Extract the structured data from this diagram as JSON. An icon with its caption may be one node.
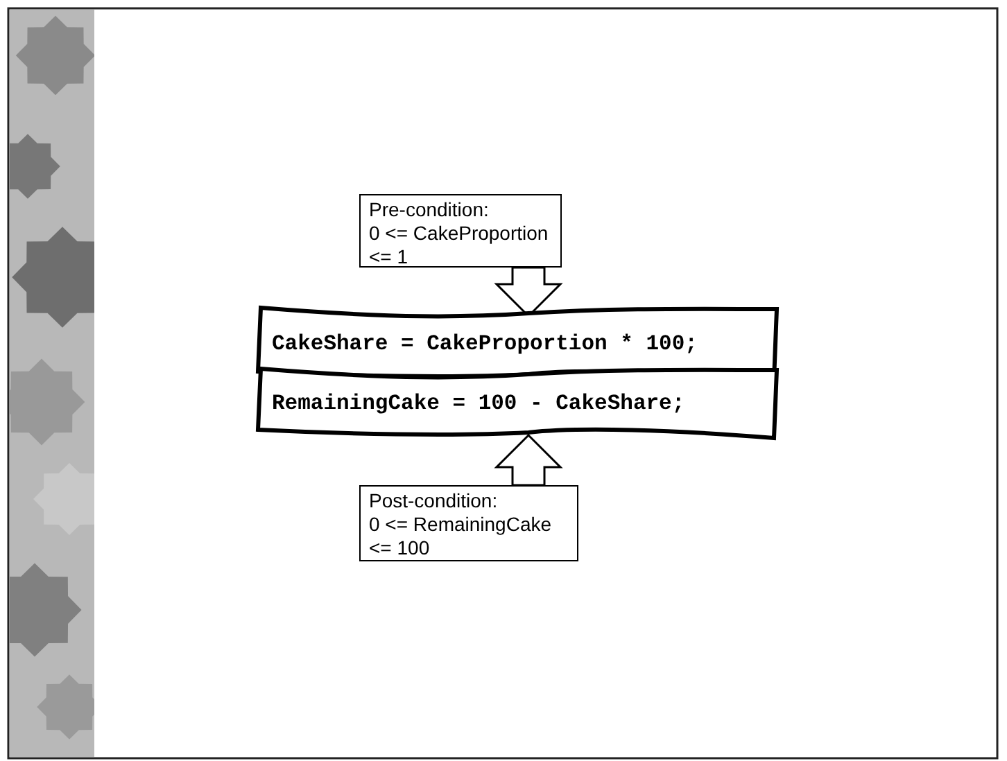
{
  "diagram": {
    "nodes": [
      {
        "text": [
          "Pre-condition:",
          "0 <= CakeProportion <= 1"
        ]
      },
      {
        "text": [
          "CakeShare = CakeProportion * 100;"
        ]
      },
      {
        "text": [
          "RemainingCake = 100 - CakeShare;"
        ]
      },
      {
        "text": [
          "Post-condition:",
          "0 <= RemainingCake <= 100"
        ]
      }
    ],
    "edges": [
      {
        "from": 0,
        "to": 1,
        "arrow": "to"
      },
      {
        "from": 3,
        "to": 2,
        "arrow": "to"
      }
    ]
  }
}
